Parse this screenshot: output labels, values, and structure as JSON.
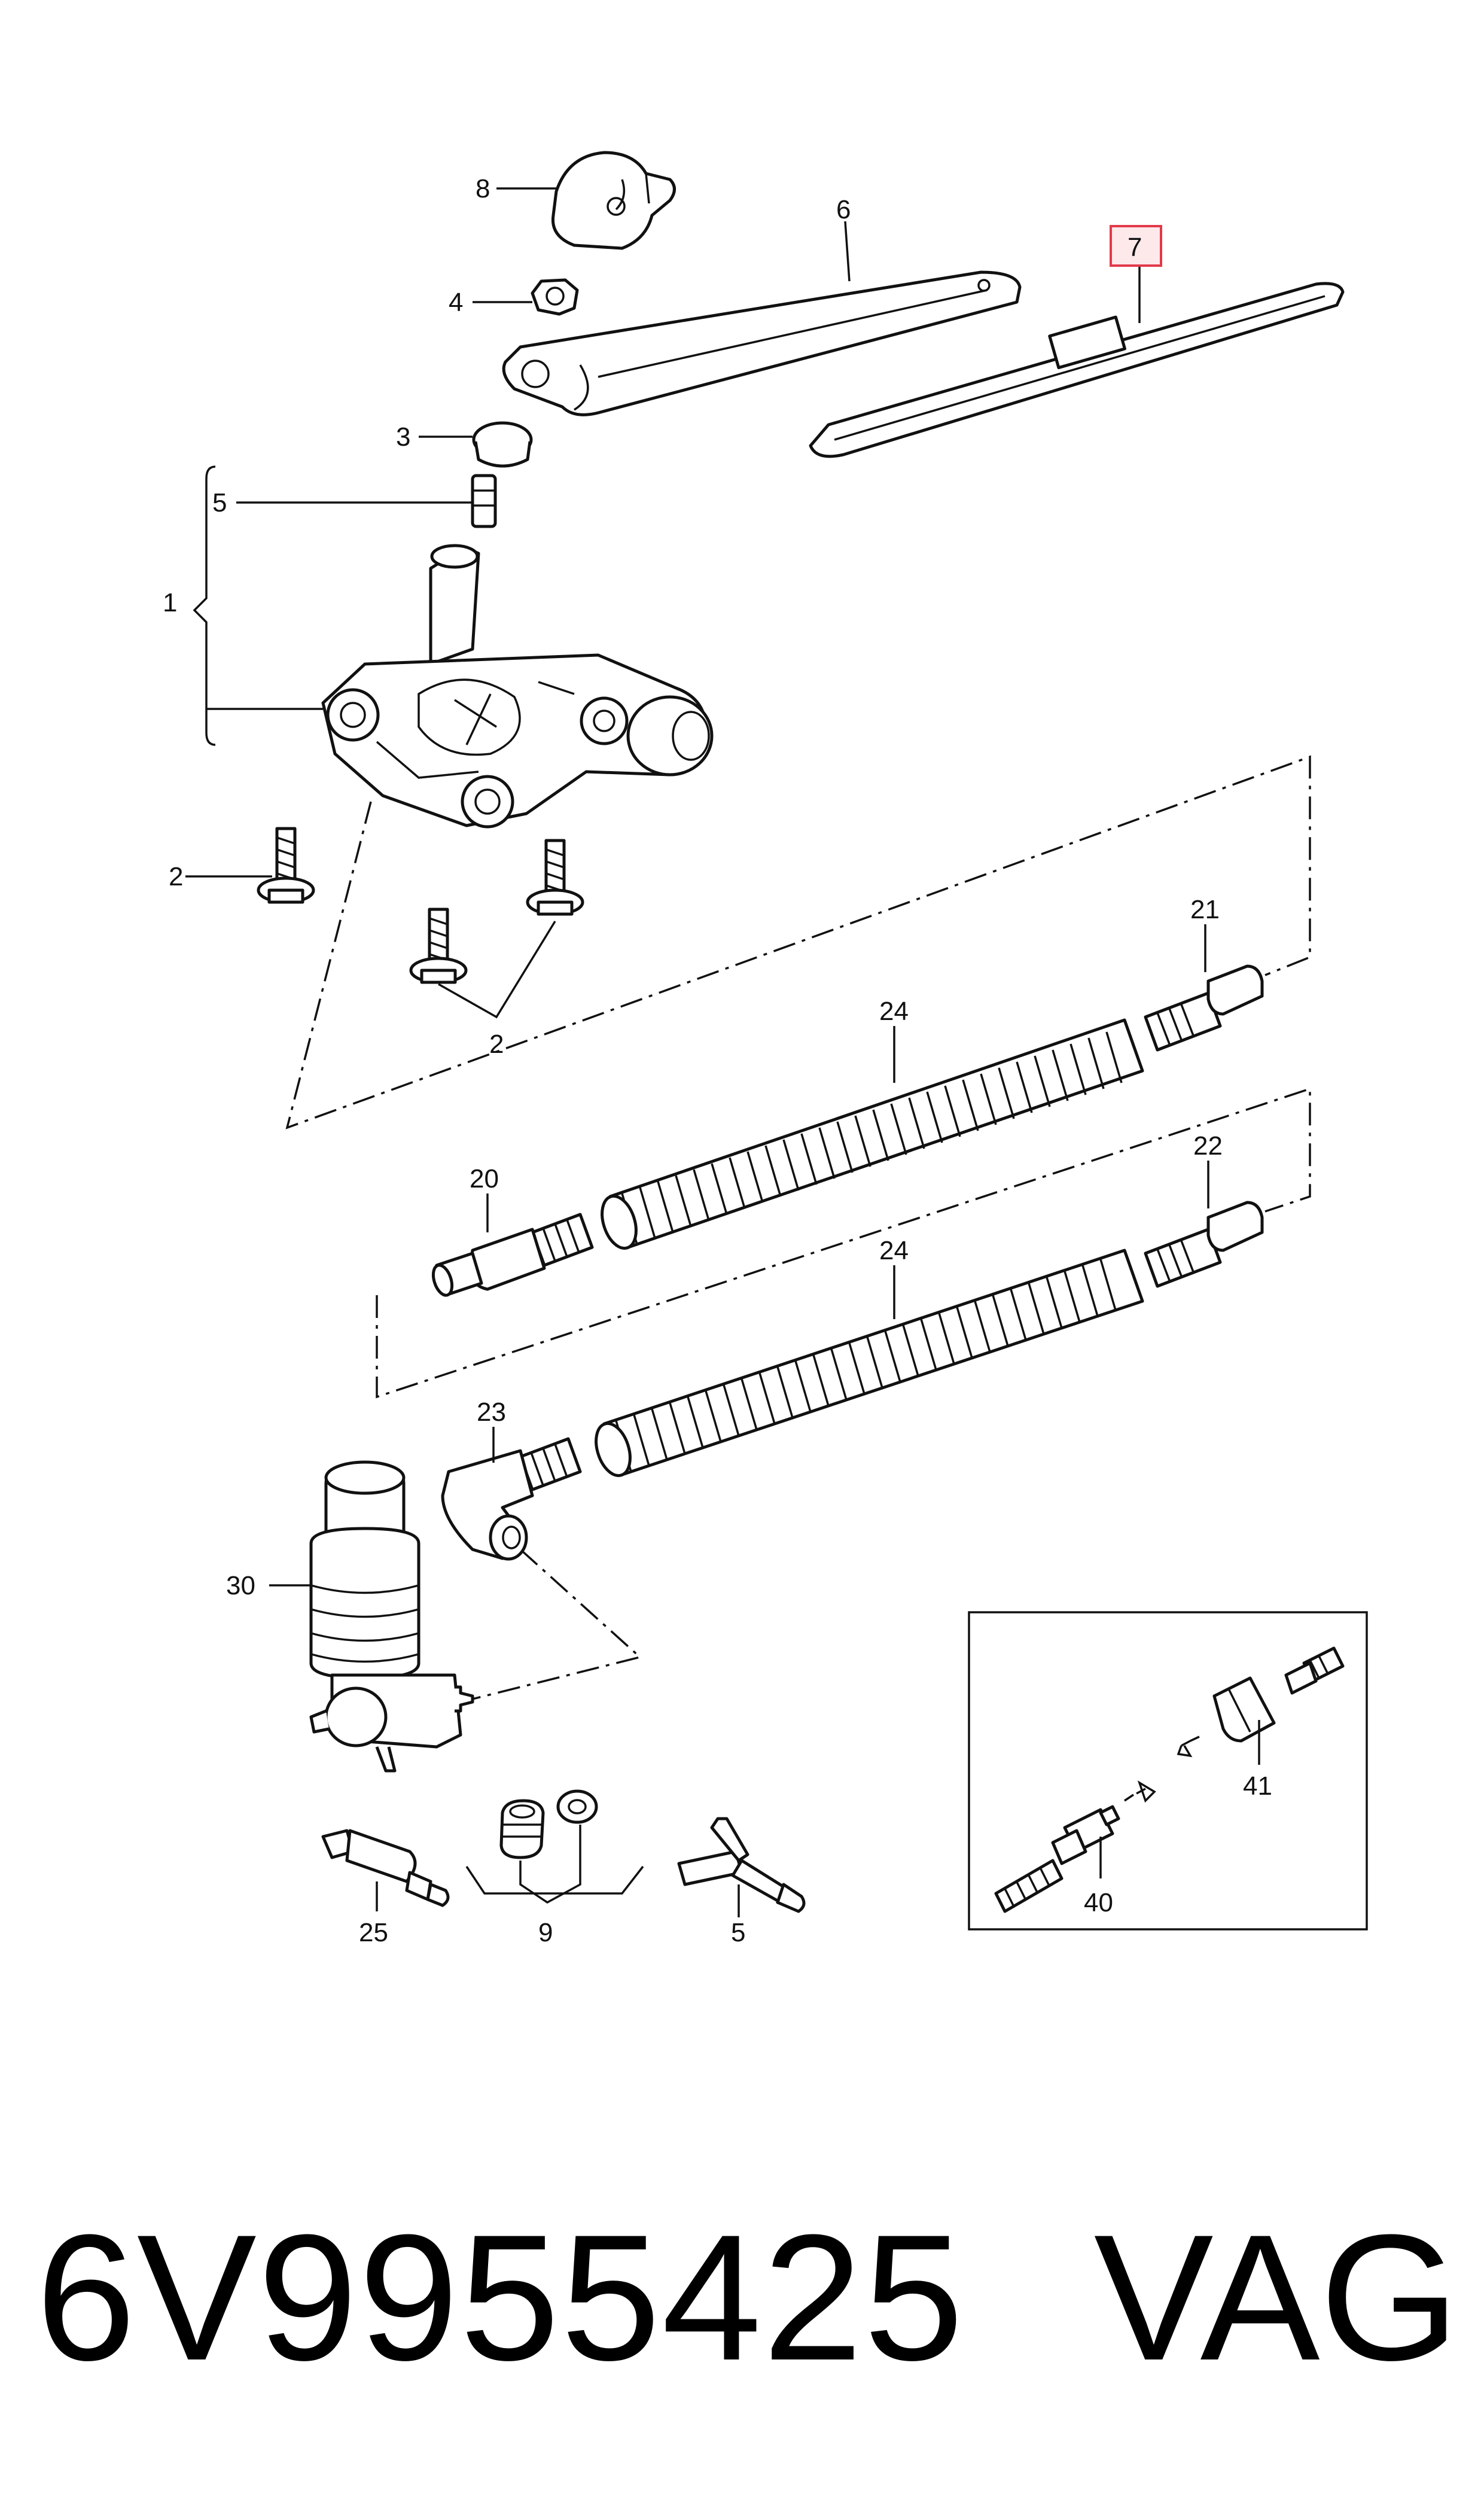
{
  "diagram": {
    "callouts": {
      "c1": "1",
      "c2a": "2",
      "c2b": "2",
      "c3": "3",
      "c4": "4",
      "c5a": "5",
      "c5b": "5",
      "c6": "6",
      "c7": "7",
      "c8": "8",
      "c9": "9",
      "c20": "20",
      "c21": "21",
      "c22": "22",
      "c23": "23",
      "c24a": "24",
      "c24b": "24",
      "c25": "25",
      "c30": "30",
      "c40": "40",
      "c41": "41"
    },
    "highlight_color": "#e23a4a"
  },
  "footer": {
    "part_number": "6V9955425",
    "brand": "VAG"
  }
}
